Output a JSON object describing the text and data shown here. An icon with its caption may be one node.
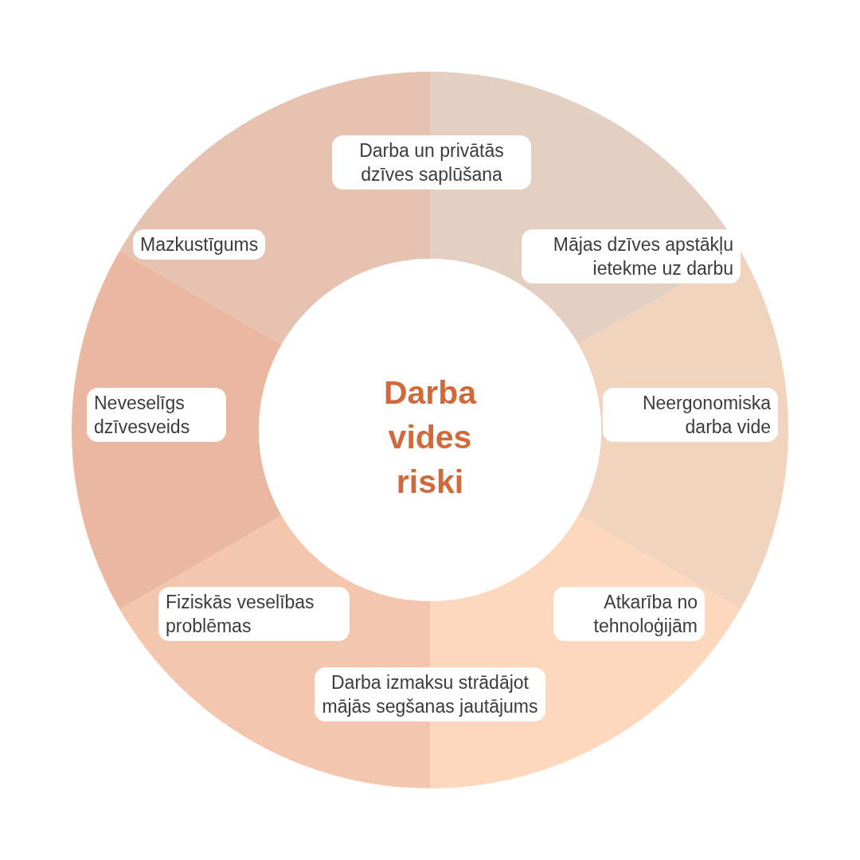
{
  "diagram": {
    "nodes": [
      {
        "text": [
          "Darba vides riski"
        ]
      },
      {
        "text": [
          "Darba un privātās dzīves saplūšana"
        ]
      },
      {
        "text": [
          "Mājas dzīves apstākļu ietekme uz darbu"
        ]
      },
      {
        "text": [
          "Neergonomiska darba vide"
        ]
      },
      {
        "text": [
          "Atkarība no tehnoloģijām"
        ]
      },
      {
        "text": [
          "Darba izmaksu strādājot mājās segšanas jautājums"
        ]
      },
      {
        "text": [
          "Fiziskās veselības problēmas"
        ]
      },
      {
        "text": [
          "Neveselīgs dzīvesveids"
        ]
      },
      {
        "text": [
          "Mazkustīgums"
        ]
      }
    ],
    "edges": []
  }
}
